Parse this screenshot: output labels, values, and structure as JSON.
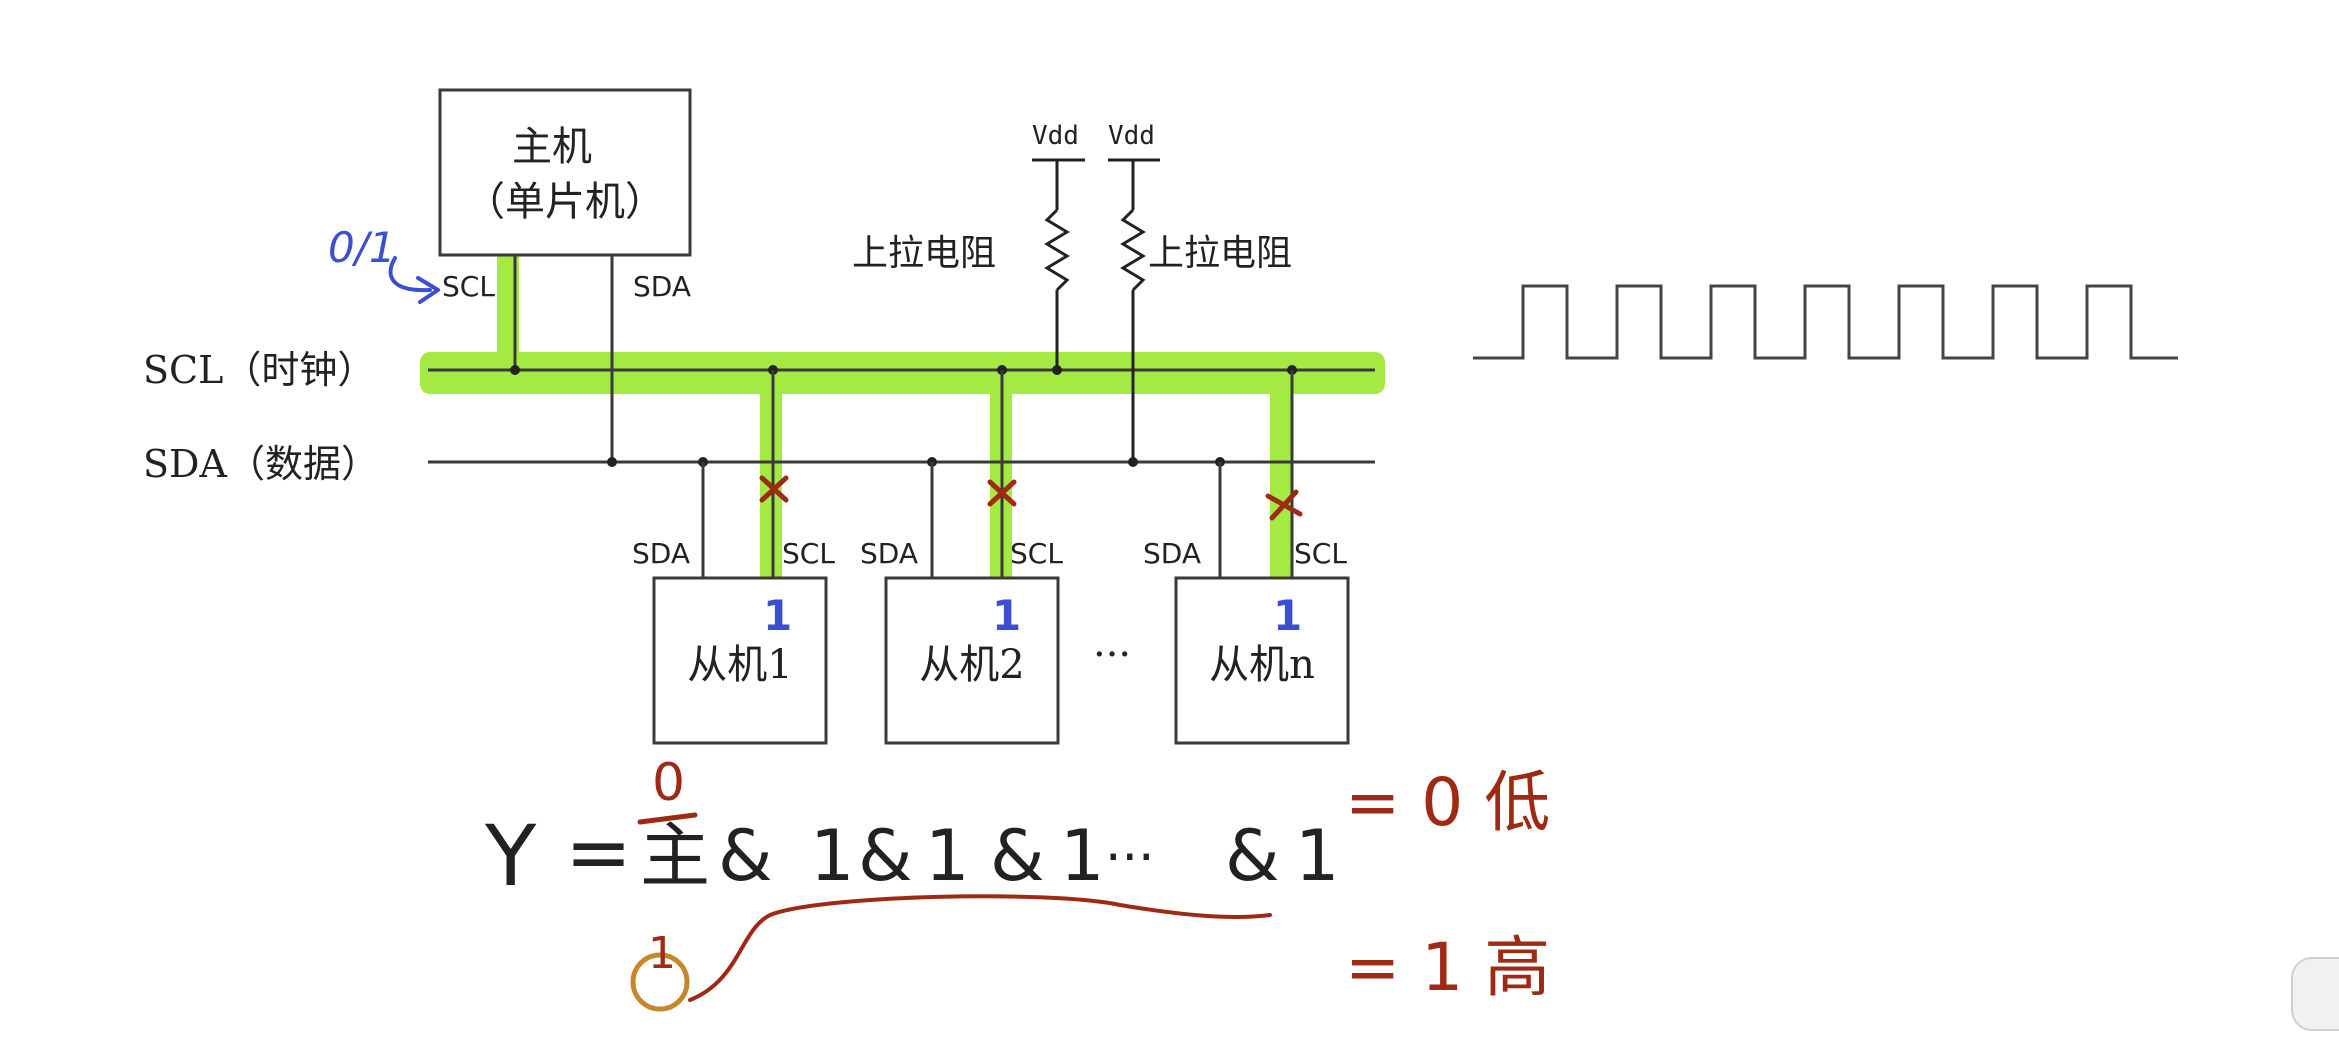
{
  "master": {
    "line1": "主机",
    "line2": "（单片机）"
  },
  "master_pins": {
    "scl": "SCL",
    "sda": "SDA"
  },
  "master_note": "0/1",
  "buses": {
    "scl": "SCL（时钟）",
    "sda": "SDA（数据）"
  },
  "vdd": [
    "Vdd",
    "Vdd"
  ],
  "pullups": [
    "上拉电阻",
    "上拉电阻"
  ],
  "slaves": [
    {
      "label": "从机1",
      "sda": "SDA",
      "scl": "SCL",
      "mark": "1"
    },
    {
      "label": "从机2",
      "sda": "SDA",
      "scl": "SCL",
      "mark": "1"
    },
    {
      "label": "从机n",
      "sda": "SDA",
      "scl": "SCL",
      "mark": "1"
    }
  ],
  "ellipsis": "···",
  "equation": {
    "y": "Y",
    "eq": "=",
    "terms": [
      "主",
      "&",
      "1",
      "&",
      "1",
      "&",
      "1",
      "···",
      "&",
      "1"
    ],
    "above_master": "0",
    "below_master": "1",
    "result_low": "= 0 低",
    "result_high": "= 1 高"
  },
  "colors": {
    "line": "#3a3a3a",
    "highlight": "#9be82e",
    "blue_ink": "#3b4fd1",
    "red_ink": "#9e2a14",
    "orange_ink": "#c6872b",
    "dark_ink": "#222222"
  }
}
